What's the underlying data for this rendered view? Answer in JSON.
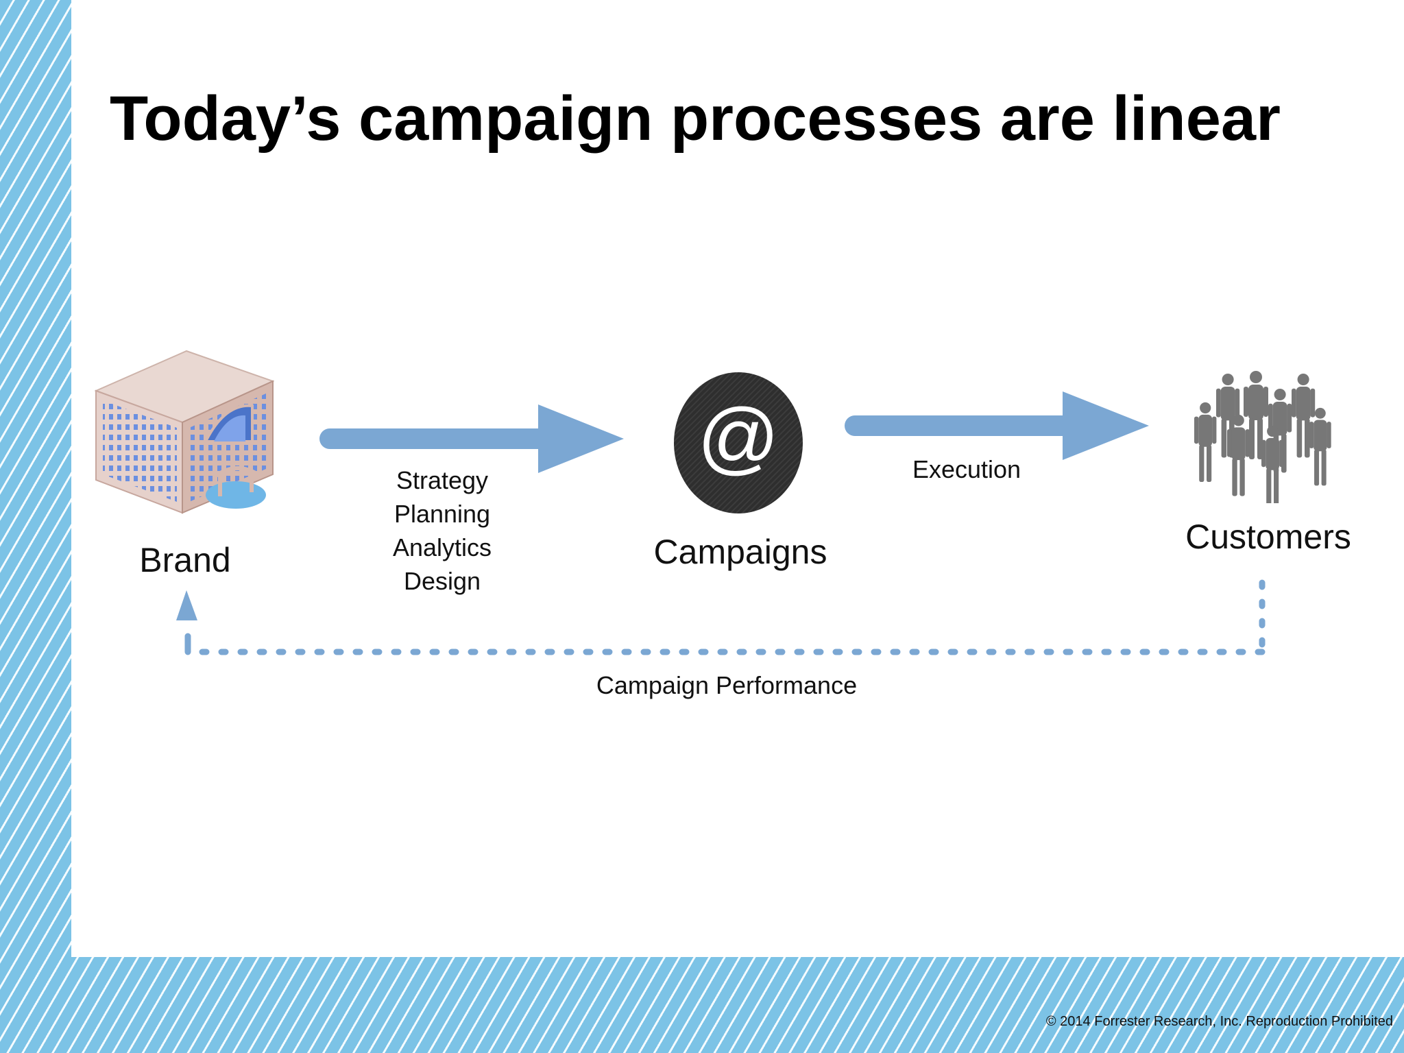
{
  "title": "Today’s campaign processes are linear",
  "nodes": {
    "brand": {
      "label": "Brand",
      "icon": "office-building-icon"
    },
    "campaigns": {
      "label": "Campaigns",
      "icon": "at-sign-icon"
    },
    "customers": {
      "label": "Customers",
      "icon": "people-group-icon"
    }
  },
  "edges": {
    "brand_to_campaigns": {
      "lines": [
        "Strategy",
        "Planning",
        "Analytics",
        "Design"
      ]
    },
    "campaigns_to_customers": {
      "label": "Execution"
    },
    "feedback": {
      "label": "Campaign Performance",
      "style": "dotted"
    }
  },
  "footer": "© 2014 Forrester Research, Inc. Reproduction Prohibited",
  "colors": {
    "arrow": "#7ba7d3",
    "border_stripe": "#7cc3e6",
    "campaign_circle": "#2e2e2e",
    "people": "#777777"
  }
}
